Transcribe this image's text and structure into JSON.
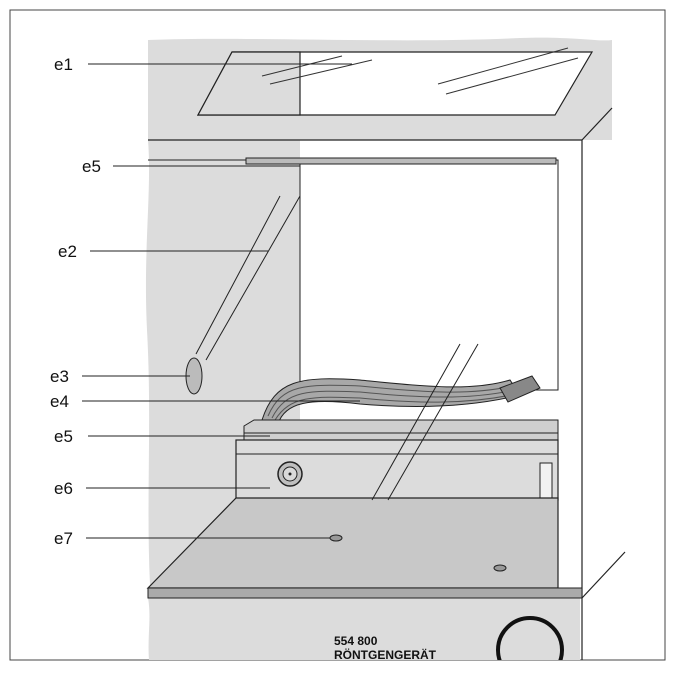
{
  "labels": {
    "e1": "e1",
    "e5_top": "e5",
    "e2": "e2",
    "e3": "e3",
    "e4": "e4",
    "e5_bottom": "e5",
    "e6": "e6",
    "e7": "e7"
  },
  "nameplate": {
    "number": "554 800",
    "name": "RÖNTGENGERÄT"
  },
  "colors": {
    "panel_gray": "#dcdcdc",
    "floor_gray": "#c8c8c8",
    "line": "#222222",
    "background": "#ffffff"
  }
}
